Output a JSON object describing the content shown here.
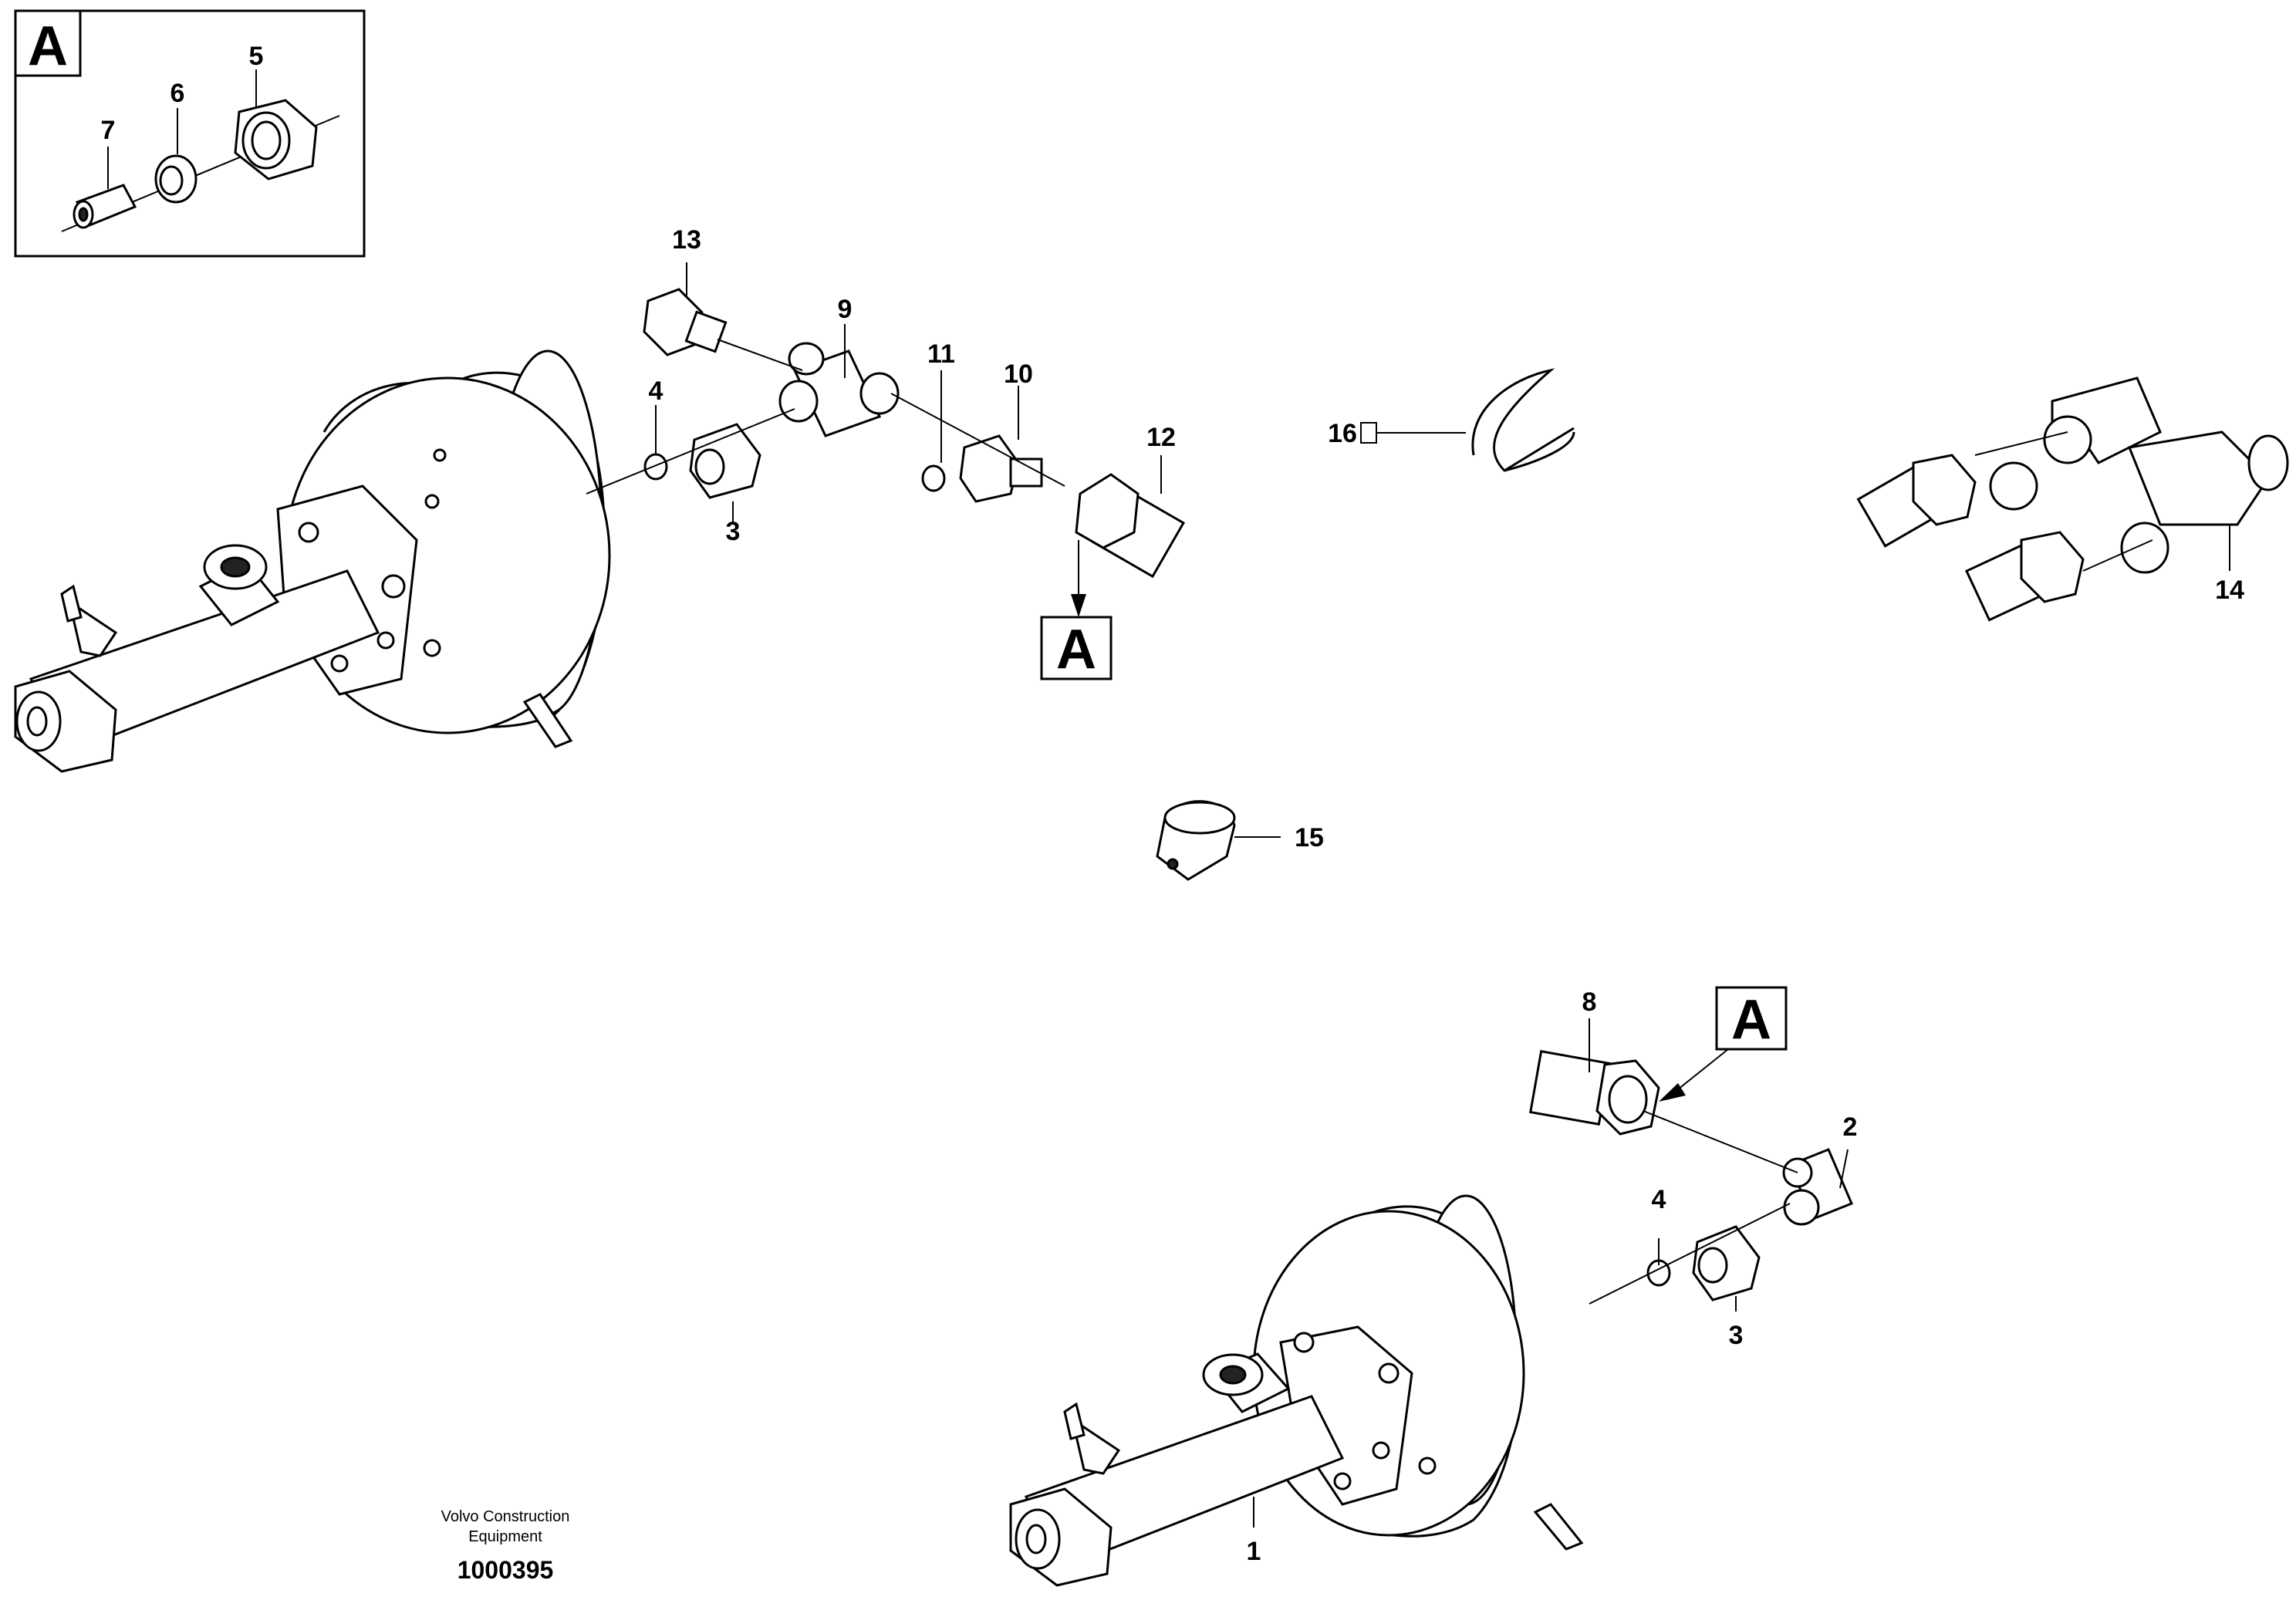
{
  "detail_box": {
    "label": "A",
    "parts": [
      "5",
      "6",
      "7"
    ]
  },
  "callouts": {
    "c1": "1",
    "c2": "2",
    "c3a": "3",
    "c3b": "3",
    "c4a": "4",
    "c4b": "4",
    "c8": "8",
    "c9": "9",
    "c10": "10",
    "c11": "11",
    "c12": "12",
    "c13": "13",
    "c14": "14",
    "c15": "15",
    "c16": "16"
  },
  "detail_refs": {
    "upper": "A",
    "lower": "A"
  },
  "footer": {
    "company_line1": "Volvo Construction",
    "company_line2": "Equipment",
    "drawing_number": "1000395"
  }
}
